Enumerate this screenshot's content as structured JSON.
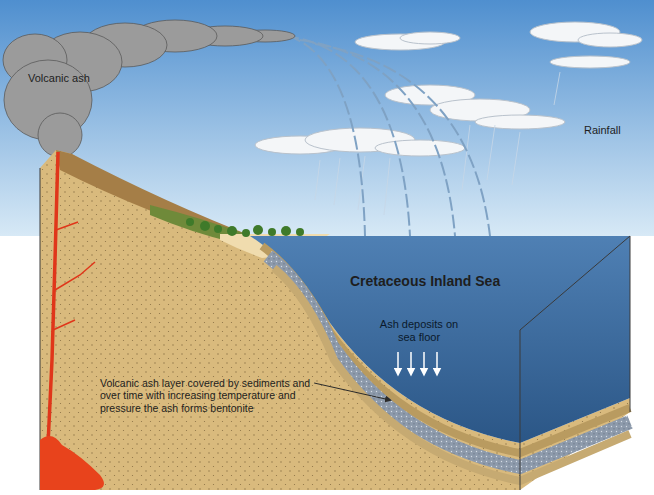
{
  "diagram": {
    "labels": [
      "Volcanic ash",
      "Rainfall",
      "Cretaceous Inland Sea",
      "Ash deposits on sea floor",
      "Volcanic ash layer covered by sediments and over time with increasing temperature and pressure the ash forms bentonite"
    ]
  }
}
